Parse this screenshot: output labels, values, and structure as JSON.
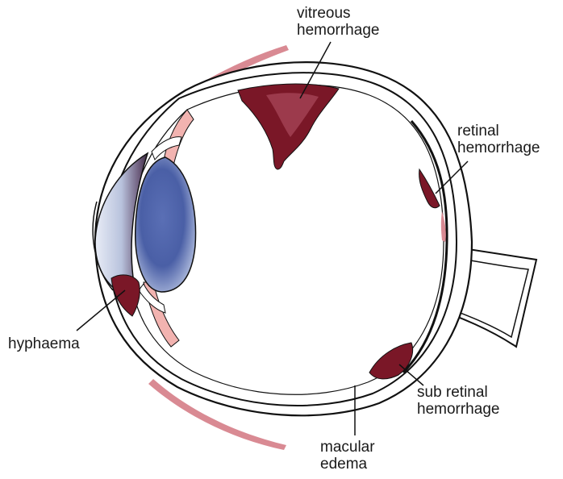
{
  "labels": {
    "vitreous": [
      "vitreous",
      "hemorrhage"
    ],
    "retinal": [
      "retinal",
      "hemorrhage"
    ],
    "hyphaema": [
      "hyphaema"
    ],
    "sub_retinal": [
      "sub retinal",
      "hemorrhage"
    ],
    "macular": [
      "macular",
      "edema"
    ]
  },
  "colors": {
    "outline": "#111111",
    "blood": "#7a1727",
    "blood_light": "#9c3a4c",
    "sclera_pink": "#d98a93",
    "ciliary_pink": "#f2b3b0",
    "lens_blue": "#4f64a8",
    "cornea_blue": "#b7c2dc"
  }
}
